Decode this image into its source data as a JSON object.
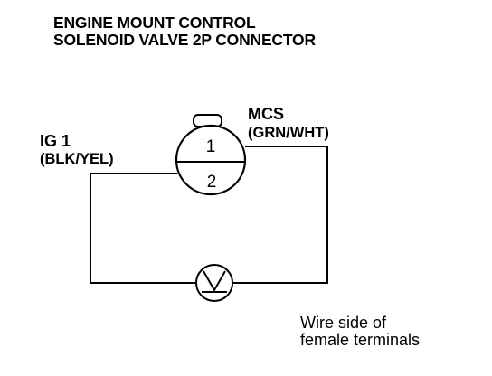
{
  "title": {
    "line1": "ENGINE MOUNT CONTROL",
    "line2": "SOLENOID VALVE 2P CONNECTOR"
  },
  "terminals": {
    "ig1": {
      "name": "IG 1",
      "wire_color": "(BLK/YEL)"
    },
    "mcs": {
      "name": "MCS",
      "wire_color": "(GRN/WHT)"
    }
  },
  "connector": {
    "pin_top": "1",
    "pin_bottom": "2"
  },
  "meter": {
    "symbol": "V",
    "icon": "voltmeter-icon"
  },
  "note": {
    "line1": "Wire side of",
    "line2": "female terminals"
  }
}
